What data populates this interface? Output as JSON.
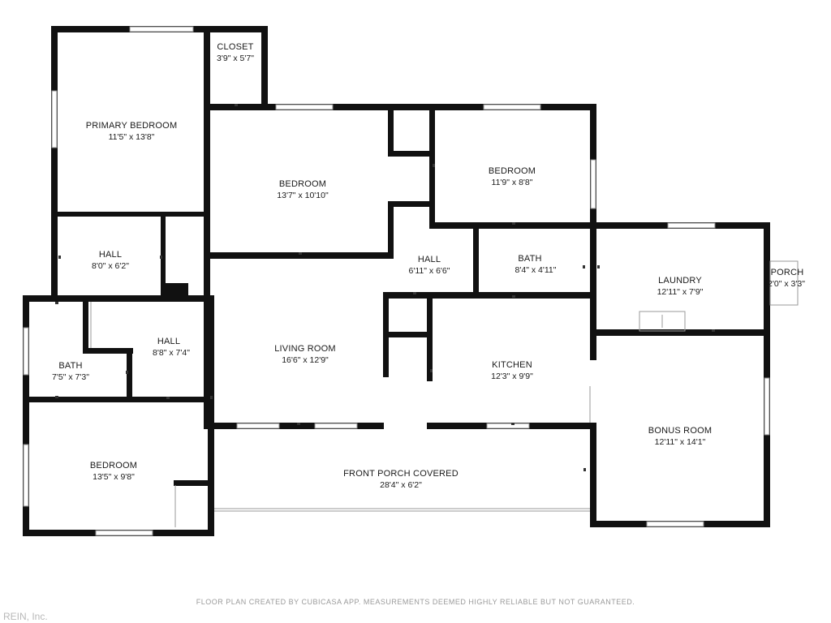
{
  "rooms": {
    "primary_bedroom": {
      "name": "PRIMARY BEDROOM",
      "dim": "11'5\" x 13'8\""
    },
    "closet": {
      "name": "CLOSET",
      "dim": "3'9\" x 5'7\""
    },
    "bedroom_center": {
      "name": "BEDROOM",
      "dim": "13'7\" x 10'10\""
    },
    "bedroom_right": {
      "name": "BEDROOM",
      "dim": "11'9\" x 8'8\""
    },
    "hall_left": {
      "name": "HALL",
      "dim": "8'0\" x 6'2\""
    },
    "hall_center": {
      "name": "HALL",
      "dim": "6'11\" x 6'6\""
    },
    "bath_right": {
      "name": "BATH",
      "dim": "8'4\" x 4'11\""
    },
    "laundry": {
      "name": "LAUNDRY",
      "dim": "12'11\" x 7'9\""
    },
    "porch_small": {
      "name": "PORCH",
      "dim": "2'0\" x 3'3\""
    },
    "hall_lower": {
      "name": "HALL",
      "dim": "8'8\" x 7'4\""
    },
    "living_room": {
      "name": "LIVING ROOM",
      "dim": "16'6\" x 12'9\""
    },
    "kitchen": {
      "name": "KITCHEN",
      "dim": "12'3\" x 9'9\""
    },
    "bath_left": {
      "name": "BATH",
      "dim": "7'5\" x 7'3\""
    },
    "bonus_room": {
      "name": "BONUS ROOM",
      "dim": "12'11\" x 14'1\""
    },
    "bedroom_lower": {
      "name": "BEDROOM",
      "dim": "13'5\" x 9'8\""
    },
    "front_porch": {
      "name": "FRONT PORCH COVERED",
      "dim": "28'4\" x 6'2\""
    }
  },
  "footer": "FLOOR PLAN CREATED BY CUBICASA APP. MEASUREMENTS DEEMED HIGHLY RELIABLE BUT NOT GUARANTEED.",
  "watermark": "REIN, Inc.",
  "colors": {
    "wall": "#111111",
    "window": "#8a8a8a",
    "footer": "#9a9a9a"
  }
}
